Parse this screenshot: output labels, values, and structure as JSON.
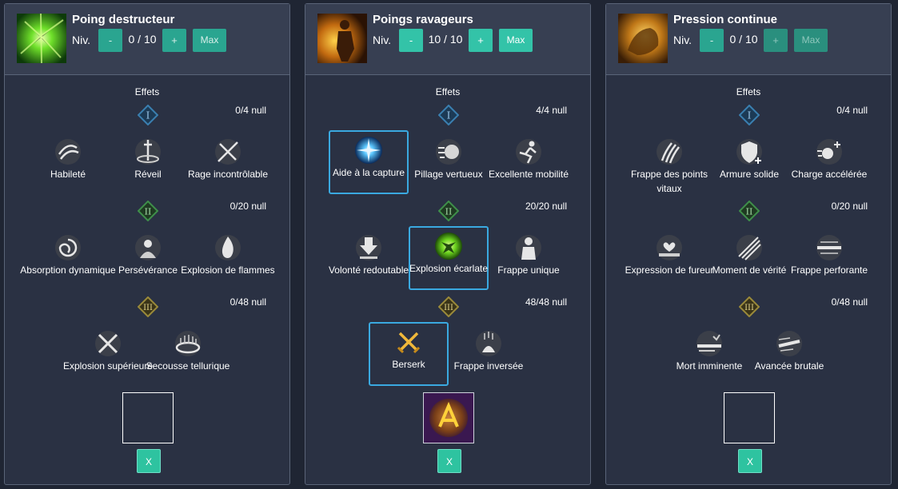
{
  "panels": [
    {
      "title": "Poing destructeur",
      "niv_label": "Niv.",
      "minus": "-",
      "plus": "+",
      "max": "Max",
      "level": "0 / 10",
      "effets": "Effets",
      "tiers": [
        "I",
        "II",
        "III"
      ],
      "counts": [
        "0/4 null",
        "0/20 null",
        "0/48 null"
      ],
      "row1": [
        "Habileté",
        "Réveil",
        "Rage incontrôlable"
      ],
      "row2": [
        "Absorption dynamique",
        "Persévérance",
        "Explosion de flammes"
      ],
      "row3": [
        "Explosion supérieure",
        "Secousse tellurique"
      ],
      "x_label": "X"
    },
    {
      "title": "Poings ravageurs",
      "niv_label": "Niv.",
      "minus": "-",
      "plus": "+",
      "max": "Max",
      "level": "10 / 10",
      "effets": "Effets",
      "tiers": [
        "I",
        "II",
        "III"
      ],
      "counts": [
        "4/4 null",
        "20/20 null",
        "48/48 null"
      ],
      "row1": [
        "Aide à la capture",
        "Pillage vertueux",
        "Excellente mobilité"
      ],
      "row2": [
        "Volonté redoutable",
        "Explosion écarlate",
        "Frappe unique"
      ],
      "row3": [
        "Berserk",
        "Frappe inversée"
      ],
      "x_label": "X"
    },
    {
      "title": "Pression continue",
      "niv_label": "Niv.",
      "minus": "-",
      "plus": "+",
      "max": "Max",
      "level": "0 / 10",
      "effets": "Effets",
      "tiers": [
        "I",
        "II",
        "III"
      ],
      "counts": [
        "0/4 null",
        "0/20 null",
        "0/48 null"
      ],
      "row1": [
        "Frappe des points vitaux",
        "Armure solide",
        "Charge accélérée"
      ],
      "row2": [
        "Expression de fureur",
        "Moment de vérité",
        "Frappe perforante"
      ],
      "row3": [
        "Mort imminente",
        "Avancée brutale"
      ],
      "x_label": "X"
    }
  ],
  "colors": {
    "background": "#1f2533",
    "panel": "#2a3143",
    "header": "#373f52",
    "button": "#2aa590",
    "selection": "#3aa9e0",
    "tier1": "#3a7fb0",
    "tier2": "#3f8f4a",
    "tier3": "#9a8a3a"
  }
}
